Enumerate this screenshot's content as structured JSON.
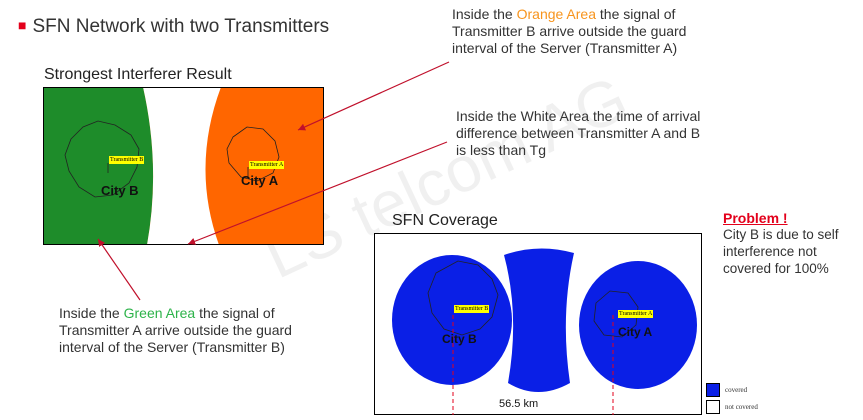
{
  "heading": "SFN Network with two Transmitters",
  "strongest_caption": "Strongest Interferer Result",
  "coverage_caption": "SFN Coverage",
  "note_orange": {
    "pre": "Inside the ",
    "highlight": "Orange Area",
    "post": " the signal of Transmitter B arrive outside the guard interval of the Server (Transmitter A)"
  },
  "note_white": "Inside the White Area the time of arrival difference between Transmitter A and B is less than Tg",
  "note_green": {
    "pre": "Inside the ",
    "highlight": "Green Area",
    "post": " the signal of Transmitter A arrive outside the guard interval of the Server (Transmitter B)"
  },
  "problem": {
    "title": "Problem !",
    "text": "City B is due to self interference not covered for 100%"
  },
  "map_labels": {
    "tx_a": "Transmitter A",
    "tx_b": "Transmitter B",
    "city_a": "City A",
    "city_b": "City B"
  },
  "distance": "56.5 km",
  "legend": {
    "covered": "covered",
    "not_covered": "not covered"
  },
  "watermark": "LS telcom AG",
  "colors": {
    "orange_area": "#ff6600",
    "green_area": "#1e8c2a",
    "coverage": "#0a1fe6",
    "accent_red": "#e3001b"
  }
}
